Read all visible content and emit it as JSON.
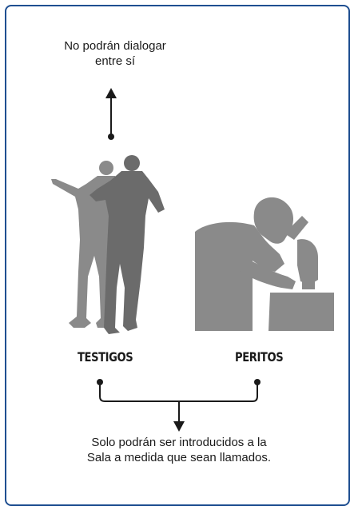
{
  "top_note": {
    "line1": "No podrán dialogar",
    "line2": "entre sí"
  },
  "labels": {
    "testigos": "TESTIGOS",
    "peritos": "PERITOS"
  },
  "bottom_note": {
    "line1": "Solo podrán ser introducidos a la",
    "line2": "Sala a medida que sean llamados."
  },
  "colors": {
    "frame_border": "#1f4f91",
    "silhouette_light": "#8a8a8a",
    "silhouette_dark": "#6b6b6b",
    "connector": "#1a1a1a"
  },
  "icons": [
    "pointing-witnesses-icon",
    "microscope-expert-icon"
  ]
}
